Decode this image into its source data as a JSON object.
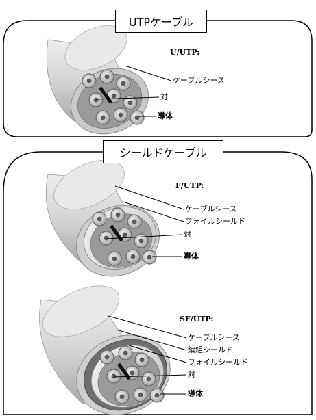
{
  "panels": {
    "utp": {
      "title": "UTPケーブル",
      "cable_type": "U/UTP:",
      "labels": {
        "sheath": "ケーブルシース",
        "pair": "対",
        "conductor": "導体"
      }
    },
    "shielded": {
      "title": "シールドケーブル",
      "futp": {
        "cable_type": "F/UTP:",
        "labels": {
          "sheath": "ケーブルシース",
          "foil": "フォイルシールド",
          "pair": "対",
          "conductor": "導体"
        }
      },
      "sfutp": {
        "cable_type": "SF/UTP:",
        "labels": {
          "sheath": "ケーブルシース",
          "braid": "編組シールド",
          "foil": "フォイルシールド",
          "pair": "対",
          "conductor": "導体"
        }
      }
    }
  },
  "colors": {
    "sheath": "#d9d9d9",
    "sheath_shade": "#b5b5b5",
    "foil": "#e6e6e6",
    "braid": "#6e6e6e",
    "wire": "#cfcfcf",
    "wire_dark": "#555555",
    "line": "#000000"
  }
}
